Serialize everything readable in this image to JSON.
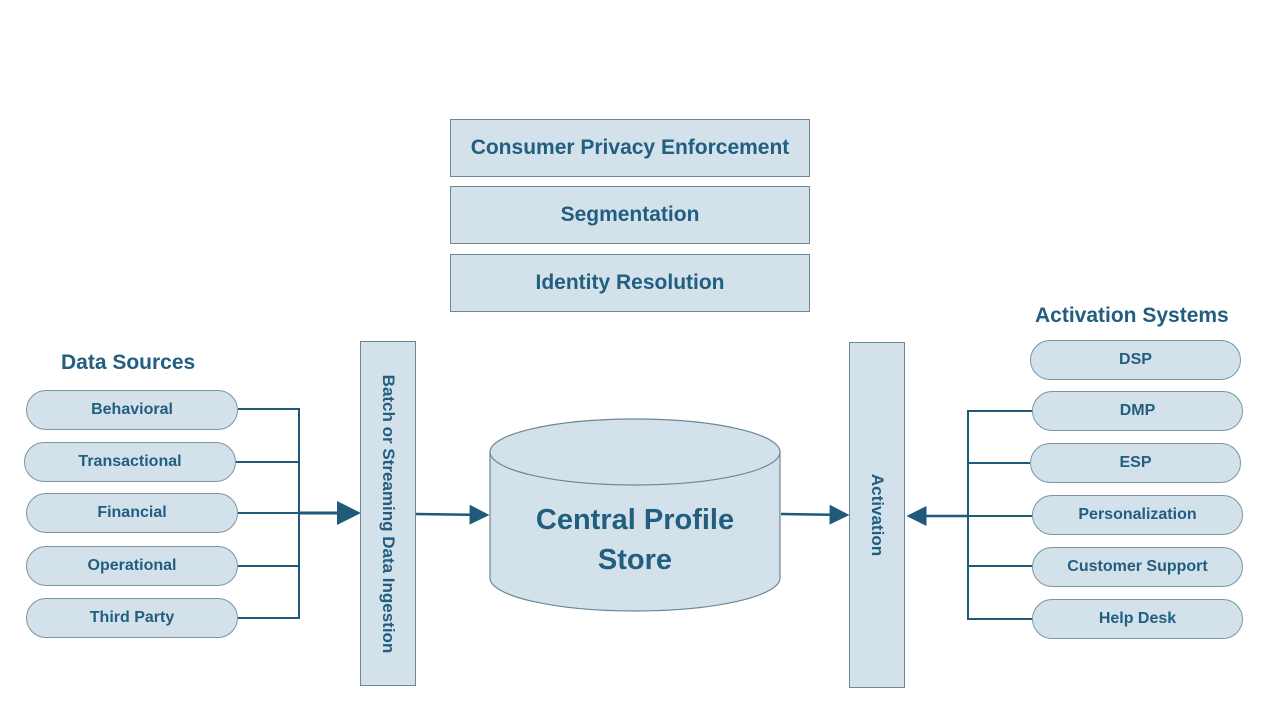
{
  "top_layers": [
    {
      "label": "Consumer Privacy Enforcement"
    },
    {
      "label": "Segmentation"
    },
    {
      "label": "Identity Resolution"
    }
  ],
  "data_sources": {
    "heading": "Data Sources",
    "items": [
      {
        "label": "Behavioral"
      },
      {
        "label": "Transactional"
      },
      {
        "label": "Financial"
      },
      {
        "label": "Operational"
      },
      {
        "label": "Third Party"
      }
    ]
  },
  "ingestion": {
    "label": "Batch or Streaming Data Ingestion"
  },
  "central_store": {
    "line1": "Central Profile",
    "line2": "Store"
  },
  "activation": {
    "label": "Activation"
  },
  "activation_systems": {
    "heading": "Activation Systems",
    "items": [
      {
        "label": "DSP"
      },
      {
        "label": "DMP"
      },
      {
        "label": "ESP"
      },
      {
        "label": "Personalization"
      },
      {
        "label": "Customer Support"
      },
      {
        "label": "Help Desk"
      }
    ]
  },
  "colors": {
    "fill": "#d3e1ea",
    "stroke": "#6d8796",
    "text": "#215e80",
    "connector": "#1f5a7a"
  }
}
